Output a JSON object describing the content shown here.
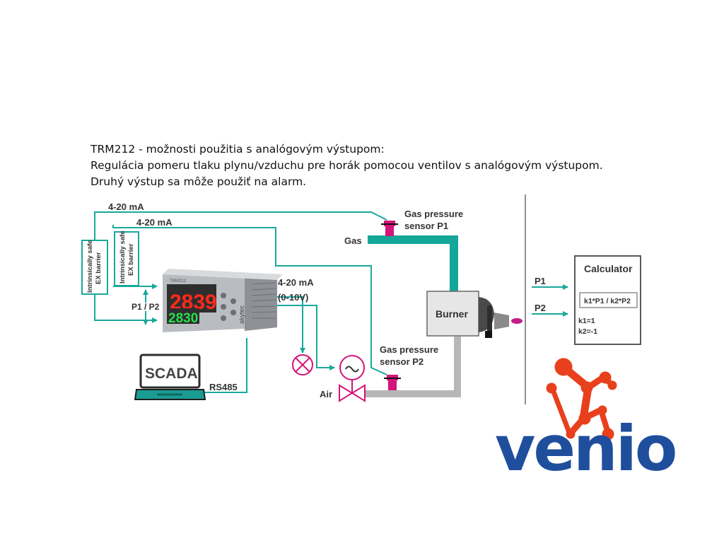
{
  "intro": {
    "line1": "TRM212 - možnosti použitia s analógovým výstupom:",
    "line2": "Regulácia pomeru tlaku plynu/vzduchu pre horák pomocou ventilov s analógovým výstupom.",
    "line3": "Druhý výstup sa môže použiť na alarm."
  },
  "diagram": {
    "signal_top": "4-20 mA",
    "signal_second": "4-20 mA",
    "barrier1_line1": "Intrinsically safe",
    "barrier1_line2": "EX barrier",
    "barrier2_line1": "Intrinsically safe",
    "barrier2_line2": "EX barrier",
    "p1p2": "P1 / P2",
    "output_signal": "4-20 mA",
    "output_range": "(0-10V)",
    "rs485": "RS485",
    "scada": "SCADA",
    "gas": "Gas",
    "air": "Air",
    "sensor_p1_line1": "Gas pressure",
    "sensor_p1_line2": "sensor  P1",
    "sensor_p2_line1": "Gas pressure",
    "sensor_p2_line2": "sensor  P2",
    "burner": "Burner",
    "device": {
      "display_top": "2839",
      "display_bottom": "2830",
      "model": "TRM212",
      "brand": "akytec"
    },
    "calculator": {
      "title": "Calculator",
      "formula": "k1*P1 / k2*P2",
      "k1": "k1=1",
      "k2": "k2=-1",
      "input_p1": "P1",
      "input_p2": "P2"
    },
    "colors": {
      "signal_line": "#19a89c",
      "gas_pipe": "#14a699",
      "air_pipe": "#b7b7b7",
      "sensor": "#d4147a",
      "display_red": "#ff2a1a",
      "display_green": "#26e04a"
    }
  },
  "logo": {
    "word": "venio",
    "mark_color": "#e8401c",
    "word_color": "#1f4e9c"
  }
}
